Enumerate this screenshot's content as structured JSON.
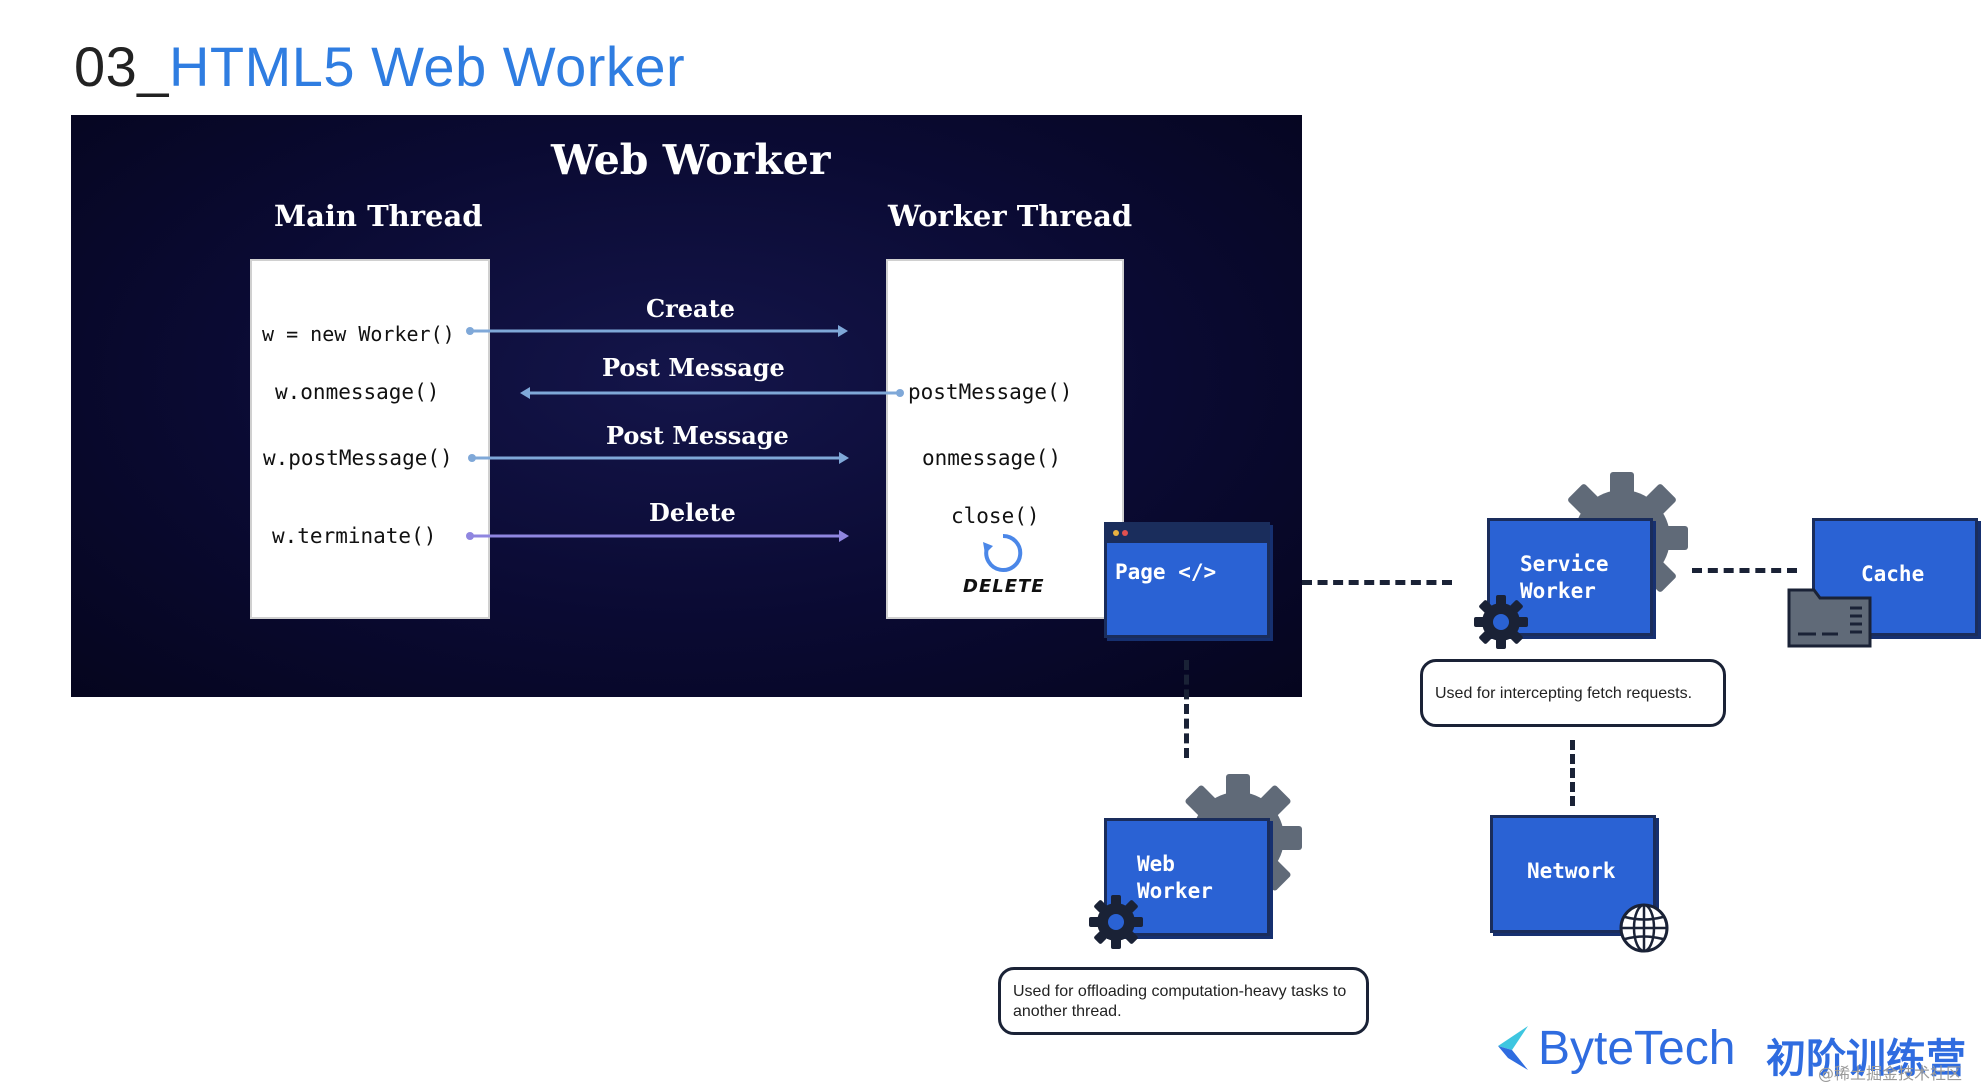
{
  "slide": {
    "number": "03_",
    "title": "HTML5 Web Worker"
  },
  "panel": {
    "title": "Web Worker",
    "main_thread_label": "Main Thread",
    "worker_thread_label": "Worker Thread",
    "main_calls": [
      "w = new Worker()",
      "w.onmessage()",
      "w.postMessage()",
      "w.terminate()"
    ],
    "worker_calls": [
      "postMessage()",
      "onmessage()",
      "close()"
    ],
    "arrows": [
      "Create",
      "Post Message",
      "Post Message",
      "Delete"
    ],
    "delete_label": "DELETE"
  },
  "boxes": {
    "page": "Page </>",
    "service_worker_line1": "Service",
    "service_worker_line2": "Worker",
    "cache": "Cache",
    "web_worker_line1": "Web",
    "web_worker_line2": "Worker",
    "network": "Network"
  },
  "notes": {
    "service_worker": "Used for intercepting fetch requests.",
    "web_worker": "Used for offloading computation-heavy tasks to another thread."
  },
  "brand": {
    "name": "ByteTech",
    "subtitle": "初阶训练营",
    "watermark": "@稀土掘金技术社区"
  },
  "colors": {
    "accent": "#2f7de1",
    "panel_bg": "#0a0a32",
    "box_blue": "#2a62d4",
    "arrow": "#7fa8d8",
    "delete_arrow": "#8f86e0"
  },
  "icons": [
    "gear-icon",
    "folder-icon",
    "globe-icon",
    "refresh-icon",
    "bytetech-logo-icon"
  ]
}
